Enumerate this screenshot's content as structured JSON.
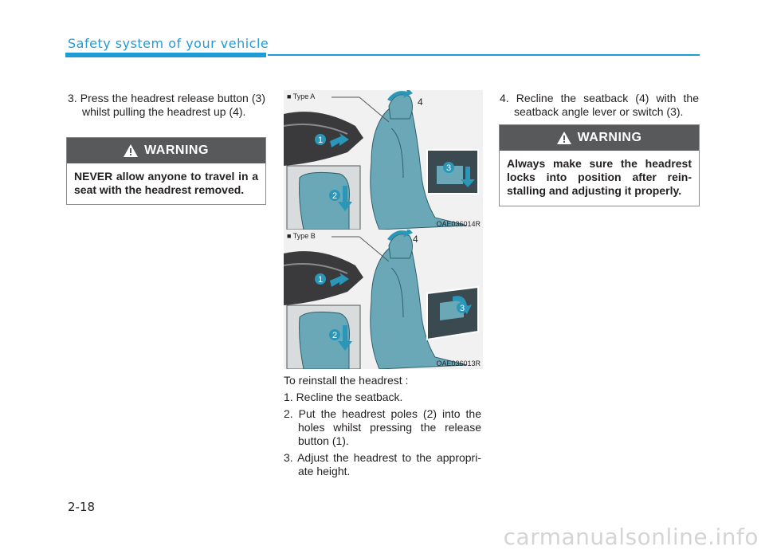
{
  "header": {
    "section_title": "Safety system of your vehicle",
    "page_number": "2-18"
  },
  "left": {
    "step3": "3. Press the headrest release button (3) whilst pulling the headrest up (4).",
    "warning": {
      "title": "WARNING",
      "text": "NEVER allow anyone to travel in a seat with the headrest removed."
    }
  },
  "middle": {
    "figure_a": {
      "type_label": "■ Type A",
      "code": "OAE036014R",
      "callouts": {
        "one": "1",
        "two": "2",
        "three": "3",
        "four": "4"
      }
    },
    "figure_b": {
      "type_label": "■ Type B",
      "code": "OAE036013R",
      "callouts": {
        "one": "1",
        "two": "2",
        "three": "3",
        "four": "4"
      }
    },
    "intro": "To reinstall the headrest :",
    "steps": [
      "1. Recline the seatback.",
      "2. Put the headrest poles (2) into the holes whilst pressing the release button (1).",
      "3. Adjust the headrest to the appropri-ate height."
    ]
  },
  "right": {
    "step4": "4. Recline the seatback (4) with the seatback angle lever or switch (3).",
    "warning": {
      "title": "WARNING",
      "text": "Always make sure the headrest locks into position after rein-stalling and adjusting it properly."
    }
  },
  "footer": {
    "watermark": "carmanualsonline.info"
  },
  "colors": {
    "accent": "#1f9bd7",
    "warning_bar": "#58595b",
    "figure_bg": "#f1f1f2",
    "arrow": "#2a96b8"
  }
}
